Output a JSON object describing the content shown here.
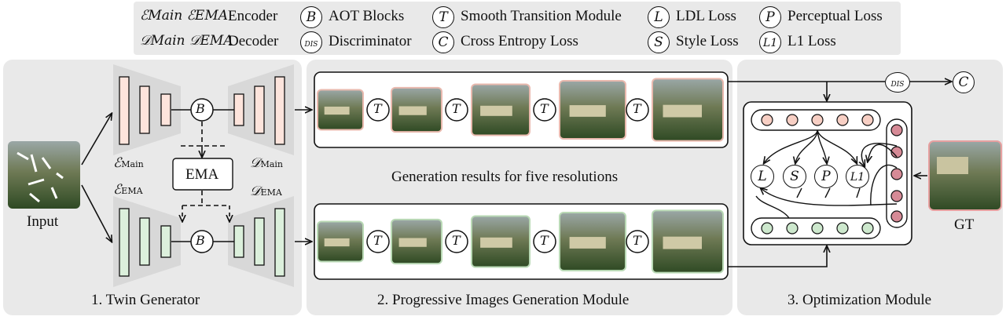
{
  "legend": {
    "encoder_symbols": "ℰMain ℰEMA",
    "encoder_label": "Encoder",
    "decoder_symbols": "𝒟Main 𝒟EMA",
    "decoder_label": "Decoder",
    "aot_symbol": "B",
    "aot_label": "AOT Blocks",
    "dis_symbol": "DIS",
    "dis_label": "Discriminator",
    "stm_symbol": "T",
    "stm_label": "Smooth Transition Module",
    "ce_symbol": "C",
    "ce_label": "Cross Entropy Loss",
    "ldl_symbol": "L",
    "ldl_label": "LDL Loss",
    "style_symbol": "S",
    "style_label": "Style Loss",
    "perc_symbol": "P",
    "perc_label": "Perceptual Loss",
    "l1_symbol": "L1",
    "l1_label": "L1 Loss"
  },
  "panels": {
    "twin": "1. Twin Generator",
    "progressive": "2. Progressive Images Generation Module",
    "optimization": "3. Optimization Module"
  },
  "labels": {
    "input": "Input",
    "gt": "GT",
    "ema": "EMA",
    "generation_results": "Generation results for five resolutions",
    "e_main": "ℰ",
    "e_main_sub": "Main",
    "d_main": "𝒟",
    "d_main_sub": "Main",
    "e_ema": "ℰ",
    "e_ema_sub": "EMA",
    "d_ema": "𝒟",
    "d_ema_sub": "EMA"
  },
  "colors": {
    "panel_bg": "#e9e9e9",
    "main_block": "#fde4dc",
    "ema_block": "#dcf0dc",
    "node_pink": "#f7cfc4",
    "node_green": "#cde8cd",
    "node_rose": "#d68a96"
  }
}
